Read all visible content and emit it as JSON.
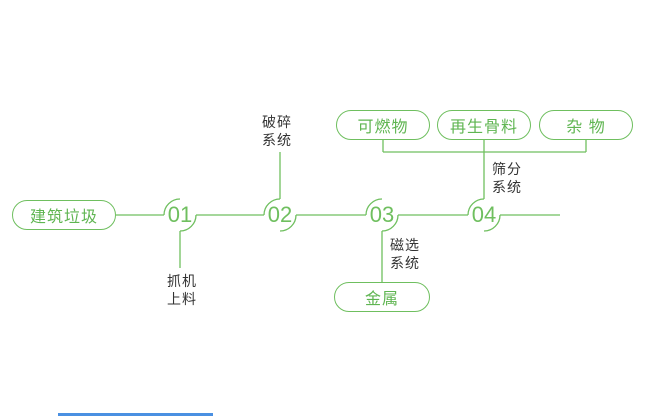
{
  "palette": {
    "accent_green": "#6fbf5f",
    "label_text": "#333333",
    "bottom_bar_blue": "#4a90e2"
  },
  "flow": {
    "start_node": {
      "label": "建筑垃圾"
    },
    "steps": [
      {
        "number": "01",
        "process": "抓机\n上料"
      },
      {
        "number": "02",
        "process": "破碎\n系统"
      },
      {
        "number": "03",
        "process": "磁选\n系统"
      },
      {
        "number": "04",
        "process": "筛分\n系统"
      }
    ],
    "metal_output": {
      "label": "金属"
    },
    "top_outputs": [
      {
        "label": "可燃物"
      },
      {
        "label": "再生骨料"
      },
      {
        "label": "杂 物"
      }
    ]
  }
}
